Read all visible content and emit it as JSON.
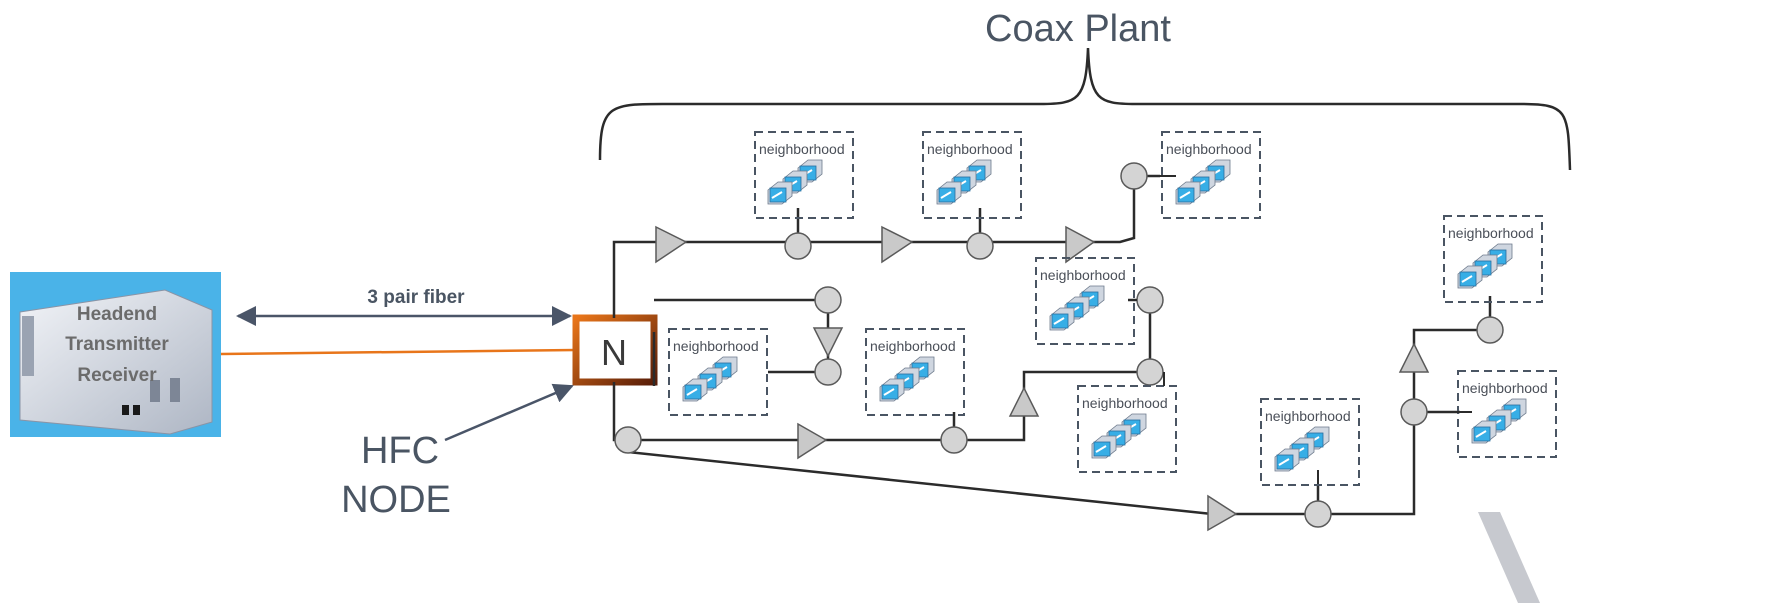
{
  "title": "Coax Plant",
  "headend": {
    "line1": "Headend",
    "line2": "Transmitter",
    "line3": "Receiver"
  },
  "fiber_label": "3 pair fiber",
  "node": {
    "letter": "N",
    "caption_line1": "HFC",
    "caption_line2": "NODE"
  },
  "neighborhood_label": "neighborhood",
  "colors": {
    "line": "#2b2b2b",
    "fiber_arrow": "#4a5568",
    "fiber_orange": "#e8751a",
    "node_border": "#c4470f",
    "amp_fill": "#c9c9c9",
    "headend_bg": "#4ab3e8",
    "modem_blue": "#37aee6",
    "title_text": "#4a5563"
  },
  "icons": [
    "headend-device-icon",
    "amplifier-icon",
    "tap-icon",
    "cable-modem-icon",
    "chevron-icon"
  ]
}
